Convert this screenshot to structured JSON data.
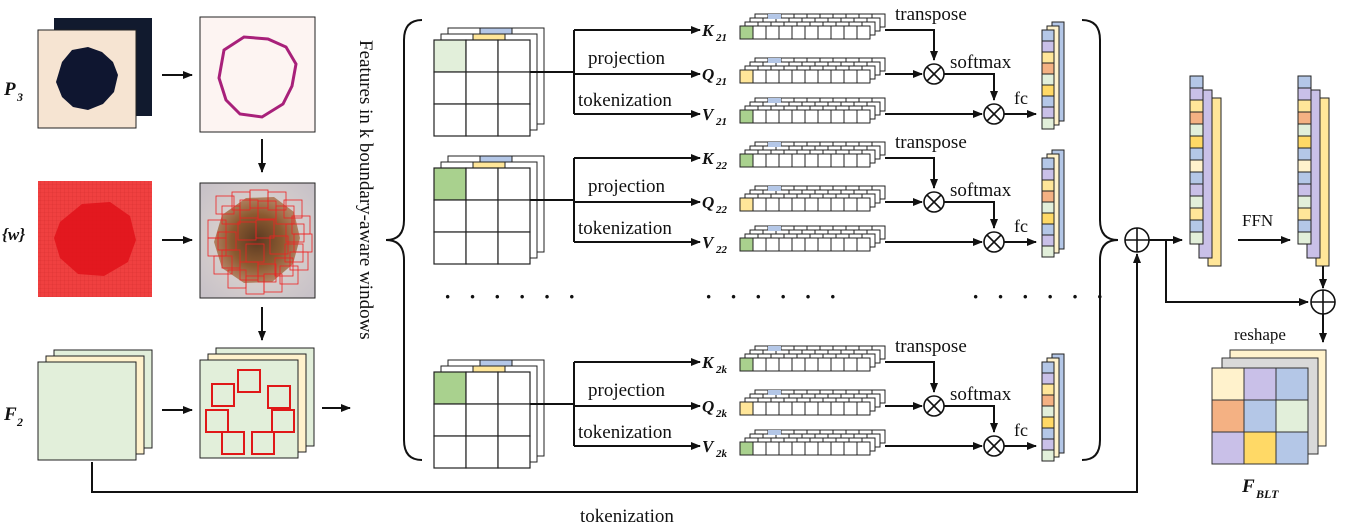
{
  "labels": {
    "p3": "P",
    "p3_sub": "3",
    "w": "{w}",
    "f2": "F",
    "f2_sub": "2",
    "features_text": "Features in k boundary-aware windows",
    "projection": "projection",
    "tokenization": "tokenization",
    "transpose": "transpose",
    "softmax": "softmax",
    "fc": "fc",
    "dots": "· · · · · ·",
    "ffn": "FFN",
    "reshape": "reshape",
    "fblt": "F",
    "fblt_sub": "BLT",
    "bottom_tokenization": "tokenization"
  },
  "branches": [
    {
      "K": "K",
      "Q": "Q",
      "V": "V",
      "sub_k": "21",
      "sub_q": "21",
      "sub_v": "21"
    },
    {
      "K": "K",
      "Q": "Q",
      "V": "V",
      "sub_k": "22",
      "sub_q": "22",
      "sub_v": "22"
    },
    {
      "K": "K",
      "Q": "Q",
      "V": "V",
      "sub_k": "2k",
      "sub_q": "2k",
      "sub_v": "2k"
    }
  ],
  "colors": {
    "green": "#a9d18e",
    "light_green": "#e2efda",
    "blue": "#b4c7e7",
    "yellow": "#ffe699",
    "purple": "#c9c0e8",
    "orange": "#f4b183",
    "light_yellow": "#fff2cc",
    "gold": "#ffd966",
    "gray": "#d9d9d9",
    "red": "#e02020",
    "skin": "#f6e4d2"
  }
}
